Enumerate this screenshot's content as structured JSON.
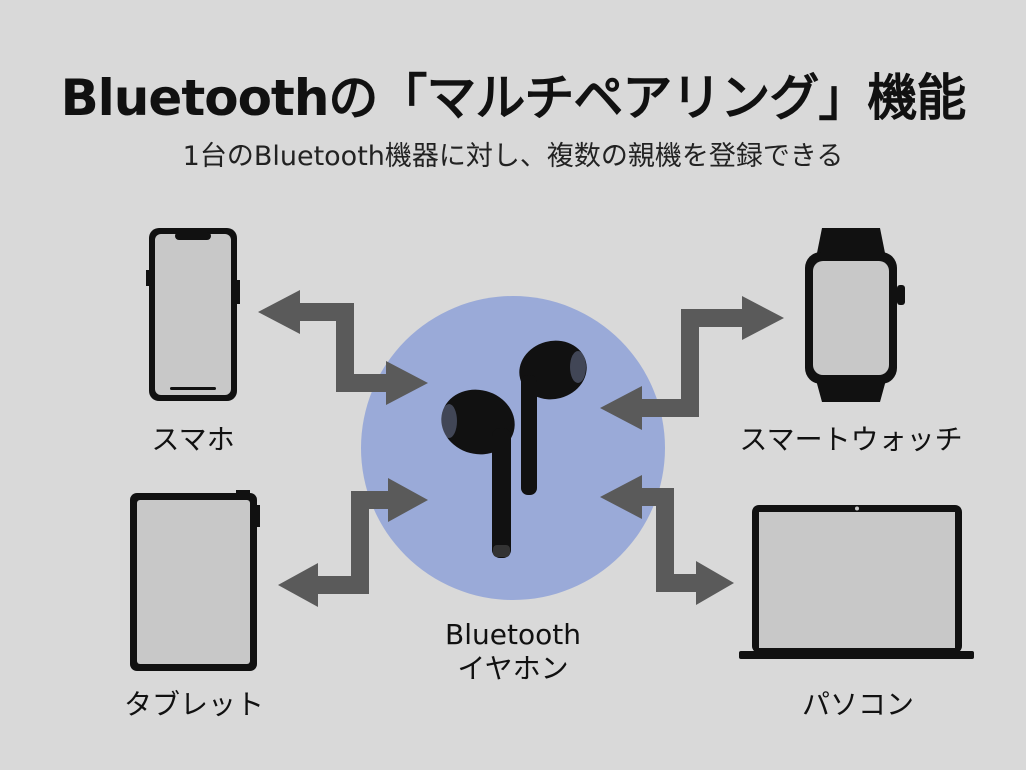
{
  "title": "Bluetoothの「マルチペアリング」機能",
  "subtitle": "1台のBluetooth機器に対し、複数の親機を登録できる",
  "center": {
    "line1": "Bluetooth",
    "line2": "イヤホン"
  },
  "devices": {
    "smartphone": "スマホ",
    "tablet": "タブレット",
    "smartwatch": "スマートウォッチ",
    "pc": "パソコン"
  },
  "colors": {
    "background": "#d9d9d9",
    "circle": "#9aaad8",
    "arrow": "#5a5a5a",
    "device": "#111111",
    "screen": "#c8c8c8"
  }
}
